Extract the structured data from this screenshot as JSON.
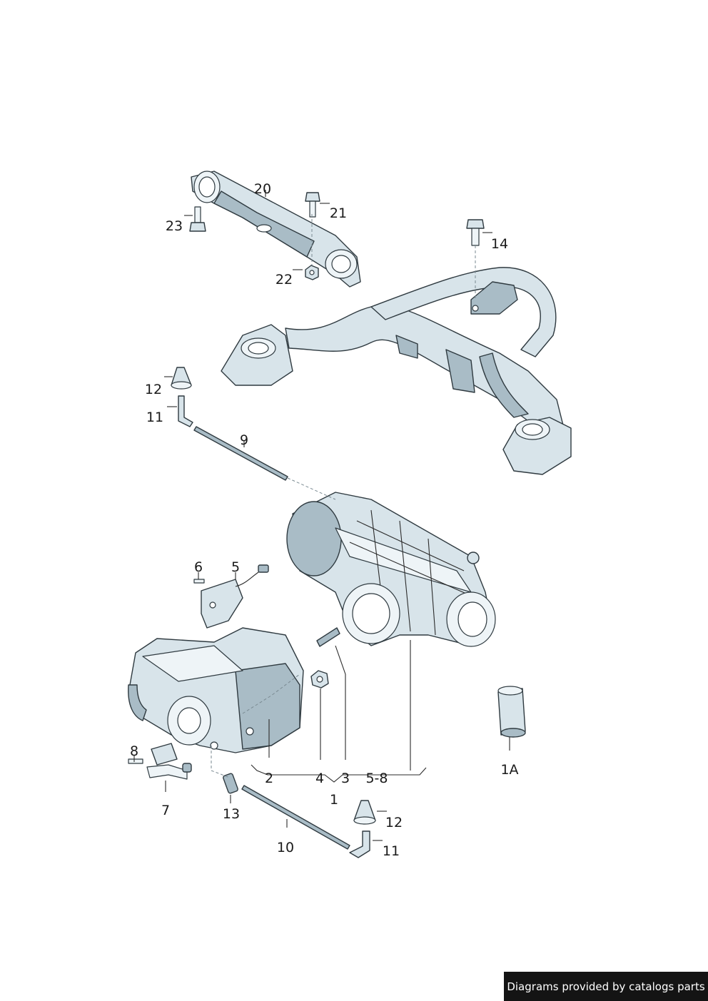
{
  "callouts": {
    "c20": "20",
    "c21": "21",
    "c23": "23",
    "c22": "22",
    "c14": "14",
    "c12a": "12",
    "c11a": "11",
    "c9": "9",
    "c6": "6",
    "c5": "5",
    "c2": "2",
    "c4": "4",
    "c3": "3",
    "c58": "5-8",
    "c1": "1",
    "c1A": "1A",
    "c8": "8",
    "c7": "7",
    "c13": "13",
    "c10": "10",
    "c12b": "12",
    "c11b": "11"
  },
  "credit": "Diagrams provided by catalogs parts"
}
